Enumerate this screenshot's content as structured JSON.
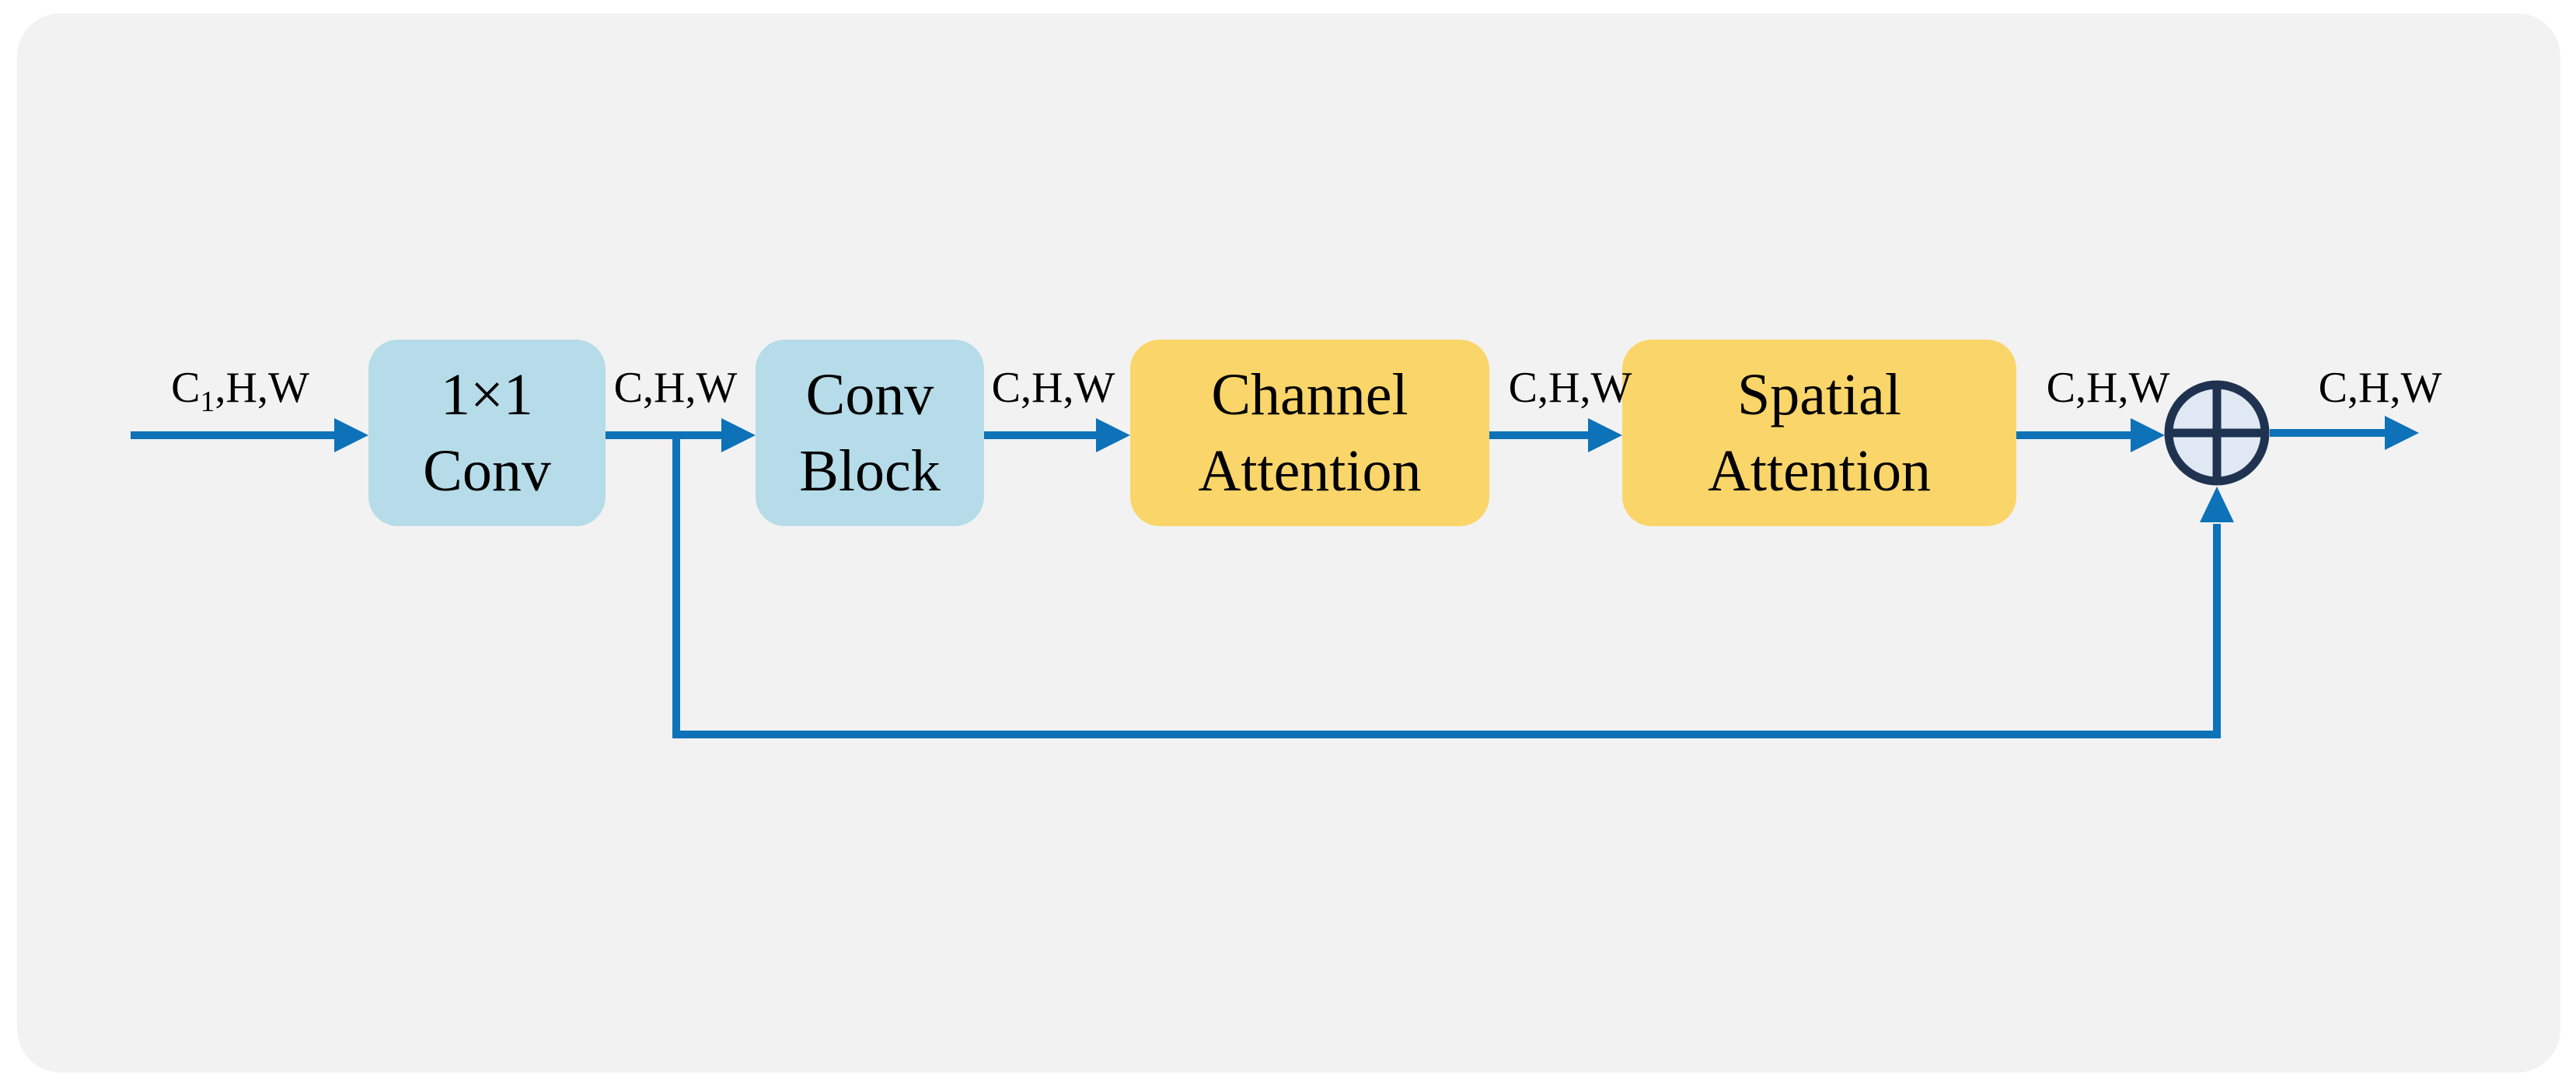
{
  "figure": {
    "description": "Attention residual block diagram"
  },
  "diagram": {
    "blocks": [
      {
        "label": "1×1\nConv"
      },
      {
        "label": "Conv\nBlock"
      },
      {
        "label": "Channel\nAttention"
      },
      {
        "label": "Spatial\nAttention"
      }
    ],
    "edge_labels": {
      "input": {
        "base": "C",
        "subscript": "1",
        "rest": ",H,W"
      },
      "after_conv1": "C,H,W",
      "after_conv_block": "C,H,W",
      "after_channel_attention": "C,H,W",
      "after_spatial_attention": "C,H,W",
      "output": "C,H,W"
    },
    "operator": {
      "type": "elementwise-add",
      "symbol": "plus-in-circle"
    }
  },
  "colors": {
    "page": "#ffffff",
    "panel": "#f2f2f2",
    "conv_block_fill": "#b5dce8",
    "attention_block_fill": "#fad569",
    "arrow": "#0d72b8",
    "operator_ring": "#1f3351",
    "operator_fill": "#dfe8f3",
    "text": "#000000"
  }
}
